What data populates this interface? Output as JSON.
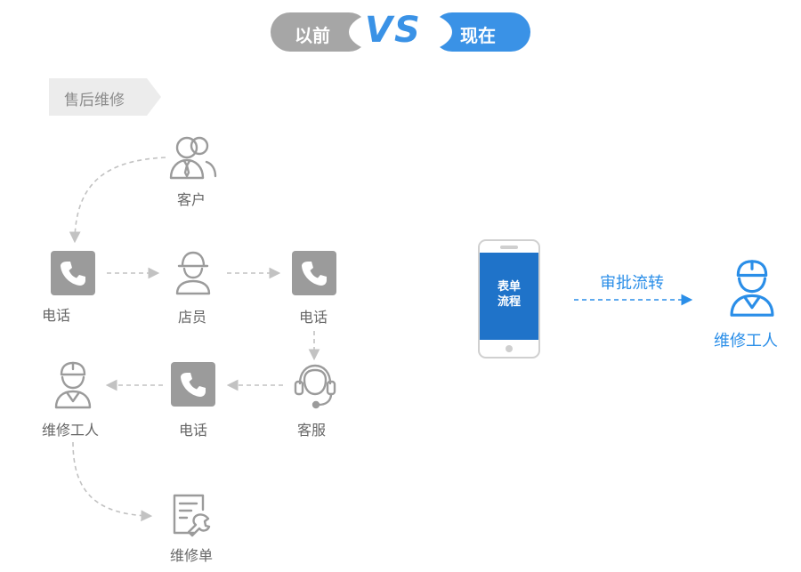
{
  "banner": {
    "before": "以前",
    "vs": "VS",
    "after": "现在"
  },
  "section_tag": "售后维修",
  "old_flow": {
    "customer": "客户",
    "phone_left": "电话",
    "clerk": "店员",
    "phone_right": "电话",
    "service": "客服",
    "phone_bottom": "电话",
    "worker": "维修工人",
    "repair_order": "维修单"
  },
  "new_flow": {
    "phone_screen_line1": "表单",
    "phone_screen_line2": "流程",
    "arrow_label": "审批流转",
    "worker": "维修工人"
  },
  "colors": {
    "gray": "#9b9b9b",
    "banner_gray": "#a6a6a6",
    "blue": "#2a8ee8",
    "blue_screen": "#1f73c9"
  }
}
